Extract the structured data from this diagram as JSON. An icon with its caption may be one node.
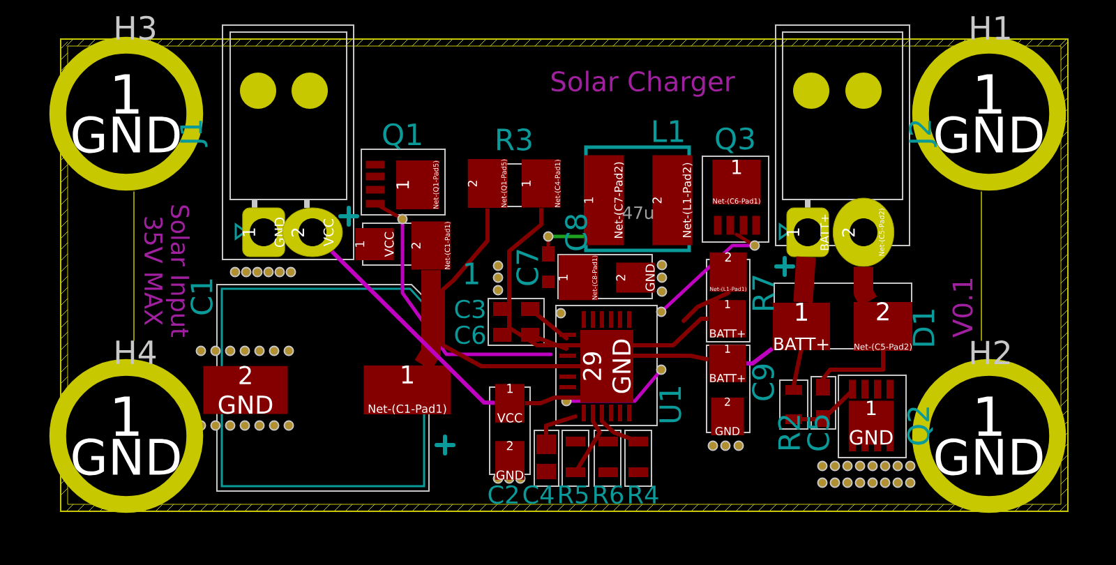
{
  "diagram": {
    "nodes": [
      {
        "text": [
          "1",
          "GND"
        ],
        "beside": [
          "H3"
        ]
      },
      {
        "text": [
          "1",
          "GND"
        ],
        "beside": [
          "H1"
        ]
      },
      {
        "text": [
          "1",
          "GND"
        ],
        "beside": [
          "H4"
        ]
      },
      {
        "text": [
          "1",
          "GND"
        ],
        "beside": [
          "H2"
        ]
      },
      {
        "text": [
          "1",
          "GND"
        ]
      },
      {
        "text": [
          "2",
          "VCC"
        ]
      },
      {
        "text": [
          "1",
          "BATT+"
        ]
      },
      {
        "text": [
          "2",
          "Net-(C5-Pad2)"
        ]
      },
      {
        "text": [
          "1",
          "Net-(Q1-Pad5)"
        ]
      },
      {
        "text": [
          "2",
          "Net-(Q1-Pad5)"
        ]
      },
      {
        "text": [
          "1",
          "Net-(C4-Pad1)"
        ]
      },
      {
        "text": [
          "1",
          "VCC"
        ]
      },
      {
        "text": [
          "2",
          "Net-(C1-Pad1)"
        ]
      },
      {
        "text": [
          "1",
          "Net-(C7-Pad2)"
        ]
      },
      {
        "text": [
          "2",
          "Net-(L1-Pad2)"
        ]
      },
      {
        "text": [
          "1",
          "Net-(C6-Pad1)"
        ]
      },
      {
        "text": [
          "1",
          "Net-(C8-Pad1)"
        ]
      },
      {
        "text": [
          "2",
          "GND"
        ]
      },
      {
        "text": [
          "2",
          "Net-(L1-Pad1)"
        ]
      },
      {
        "text": [
          "1",
          "BATT+"
        ]
      },
      {
        "text": [
          "1",
          "BATT+"
        ]
      },
      {
        "text": [
          "2",
          "GND"
        ]
      },
      {
        "text": [
          "1",
          "BATT+"
        ]
      },
      {
        "text": [
          "2",
          "Net-(C5-Pad2)"
        ]
      },
      {
        "text": [
          "1",
          "GND"
        ]
      },
      {
        "text": [
          "29",
          "GND"
        ]
      },
      {
        "text": [
          "1",
          "VCC"
        ]
      },
      {
        "text": [
          "2",
          "GND"
        ]
      },
      {
        "text": [
          "2",
          "GND"
        ]
      },
      {
        "text": [
          "1",
          "Net-(C1-Pad1)"
        ]
      }
    ],
    "edges": [
      {
        "from": 12,
        "to": 29,
        "arrow": "none",
        "style": "thick"
      },
      {
        "from": 6,
        "to": 22,
        "arrow": "none",
        "style": "thick"
      },
      {
        "from": 7,
        "to": 23,
        "arrow": "none",
        "style": "thick"
      },
      {
        "from": 5,
        "to": 26,
        "arrow": "none",
        "color": "#c000c0"
      },
      {
        "from": 20,
        "to": 22,
        "arrow": "none",
        "color": "#c000c0"
      },
      {
        "from": 9,
        "to": 25,
        "arrow": "none"
      },
      {
        "from": 10,
        "to": 25,
        "arrow": "none"
      },
      {
        "from": 26,
        "to": 25,
        "arrow": "none"
      },
      {
        "from": 19,
        "to": 25,
        "arrow": "none"
      },
      {
        "from": 20,
        "to": 25,
        "arrow": "none"
      }
    ],
    "labels": [
      "Solar Charger",
      "J1",
      "Q1",
      "R3",
      "L1",
      "Q3",
      "J2",
      "47u",
      "35V MAX",
      "Solar Input",
      "C8",
      "1",
      "C7",
      "C1",
      "C3",
      "C6",
      "R7",
      "D1",
      "V0.1",
      "C9",
      "U1",
      "R2",
      "C5",
      "Q2",
      "C2",
      "C4",
      "R5",
      "R6",
      "R4"
    ]
  }
}
